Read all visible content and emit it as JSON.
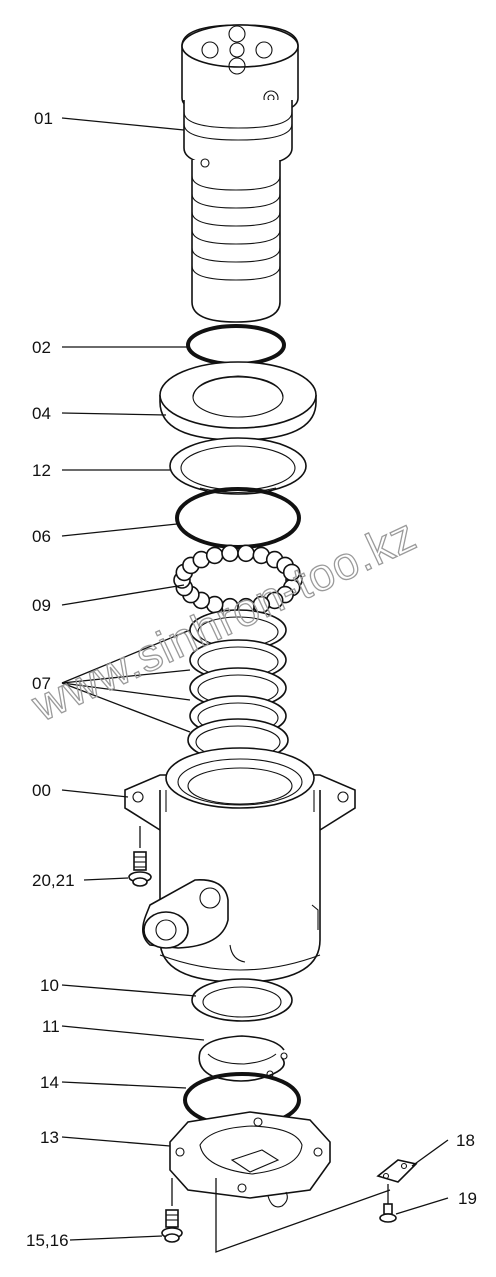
{
  "labels": {
    "p01": "01",
    "p02": "02",
    "p04": "04",
    "p12": "12",
    "p06": "06",
    "p09": "09",
    "p07": "07",
    "p00": "00",
    "p2021": "20,21",
    "p10": "10",
    "p11": "11",
    "p14": "14",
    "p13": "13",
    "p18": "18",
    "p19": "19",
    "p1516": "15,16"
  },
  "watermark": "www.sinhron-too.kz",
  "colors": {
    "ink": "#111111",
    "watermark": "#9a9a9a",
    "background": "#ffffff"
  }
}
